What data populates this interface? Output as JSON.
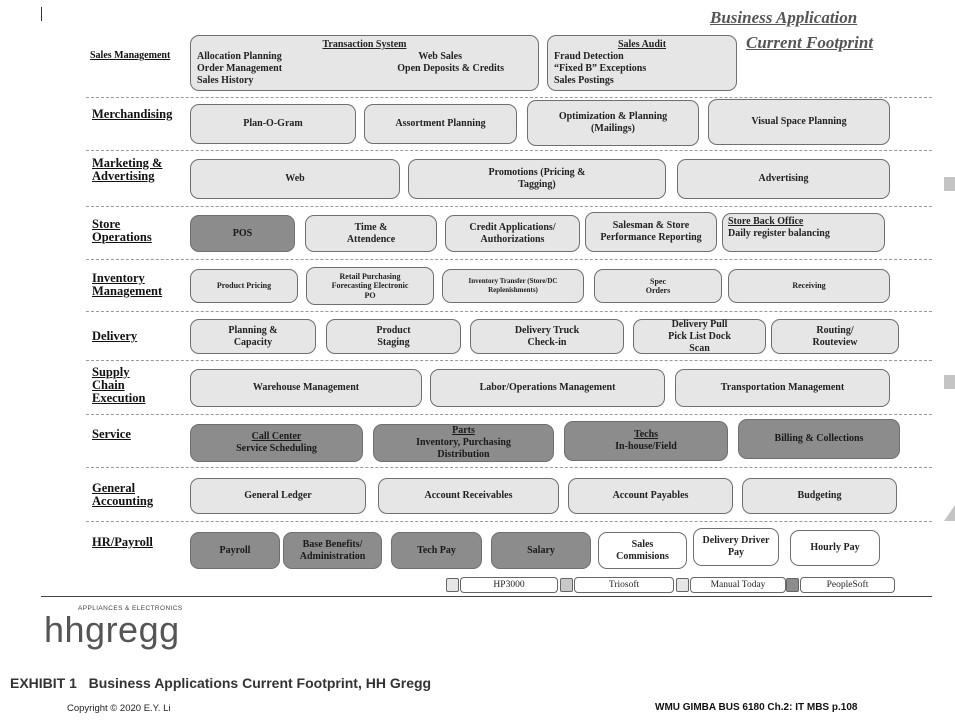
{
  "title": {
    "line1": "Business Application",
    "line2": "Current Footprint"
  },
  "categories": {
    "sales": "Sales Management",
    "merch": "Merchandising",
    "marketing": "Marketing & Advertising",
    "store": "Store Operations",
    "inventory": "Inventory Management",
    "delivery": "Delivery",
    "supply": "Supply Chain Execution",
    "service": "Service",
    "accounting": "General Accounting",
    "hr": "HR/Payroll"
  },
  "sales": {
    "transaction_header": "Transaction System",
    "allocation": "Allocation Planning",
    "order_mgmt": "Order Management",
    "sales_history": "Sales History",
    "web_sales": "Web Sales",
    "open_deposits": "Open Deposits & Credits",
    "audit_header": "Sales Audit",
    "fraud": "Fraud Detection",
    "fixed_b": "“Fixed B” Exceptions",
    "postings": "Sales Postings"
  },
  "merch": {
    "planogram": "Plan-O-Gram",
    "assortment": "Assortment Planning",
    "optimization": "Optimization & Planning (Mailings)",
    "visual": "Visual Space Planning"
  },
  "marketing": {
    "web": "Web",
    "promotions": "Promotions (Pricing & Tagging)",
    "advertising": "Advertising"
  },
  "store": {
    "pos": "POS",
    "time": "Time & Attendence",
    "credit": "Credit Applications/ Authorizations",
    "salesman": "Salesman & Store Performance Reporting",
    "backoffice_header": "Store Back Office",
    "backoffice": "Daily register balancing"
  },
  "inventory": {
    "pricing": "Product Pricing",
    "retail": "Retail Purchasing Forecasting Electronic PO",
    "transfer": "Inventory Transfer (Store/DC Replenishments)",
    "spec": "Spec Orders",
    "receiving": "Receiving"
  },
  "delivery": {
    "planning": "Planning & Capacity",
    "staging": "Product Staging",
    "truck": "Delivery Truck Check-in",
    "pull": "Delivery Pull Pick List Dock Scan",
    "routing": "Routing/ Routeview"
  },
  "supply": {
    "warehouse": "Warehouse Management",
    "labor": "Labor/Operations Management",
    "transport": "Transportation Management"
  },
  "service": {
    "call_header": "Call Center",
    "call_body": "Service Scheduling",
    "parts_header": "Parts",
    "parts_body": "Inventory, Purchasing Distribution",
    "techs_header": "Techs",
    "techs_body": "In-house/Field",
    "billing": "Billing & Collections"
  },
  "accounting": {
    "ledger": "General Ledger",
    "receivables": "Account Receivables",
    "payables": "Account Payables",
    "budgeting": "Budgeting"
  },
  "hr": {
    "payroll": "Payroll",
    "benefits": "Base Benefits/ Administration",
    "techpay": "Tech Pay",
    "salary": "Salary",
    "commissions": "Sales Commisions",
    "driver": "Delivery Driver Pay",
    "hourly": "Hourly Pay"
  },
  "legend": [
    "HP3000",
    "Triosoft",
    "Manual Today",
    "PeopleSoft"
  ],
  "logo": {
    "tagline": "APPLIANCES & ELECTRONICS",
    "name": "hhgregg"
  },
  "caption": {
    "label": "EXHIBIT 1",
    "text": "Business Applications Current Footprint, HH Gregg"
  },
  "footer": {
    "copyright": "Copyright © 2020 E.Y. Li",
    "course": "WMU GIMBA BUS 6180 Ch.2: IT MBS p.108"
  },
  "colors": {
    "system_fill": "#e6e6e6",
    "peoplesoft_fill": "#8c8c8c",
    "manual_fill": "#ffffff"
  }
}
